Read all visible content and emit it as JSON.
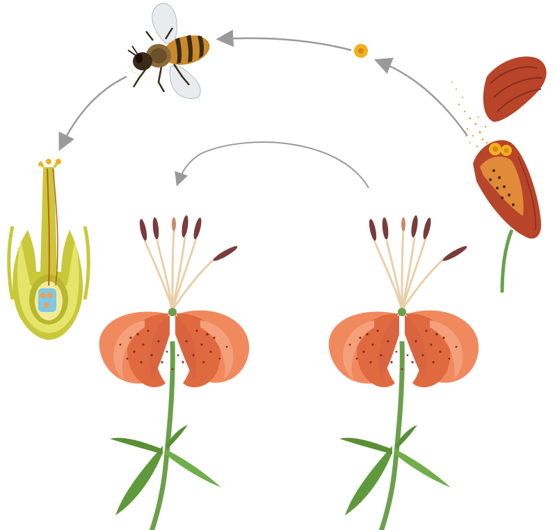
{
  "diagram": {
    "type": "pollination-cycle",
    "labels": [],
    "stages": [
      {
        "id": "anther-release",
        "icon": "open-anther-with-pollen-icon"
      },
      {
        "id": "pollen-grain",
        "icon": "pollen-grain-icon"
      },
      {
        "id": "bee-transport",
        "icon": "bee-icon"
      },
      {
        "id": "pistil-fertilization",
        "icon": "pistil-cross-section-icon"
      },
      {
        "id": "pollinated-flower",
        "icon": "tiger-lily-icon"
      },
      {
        "id": "source-flower",
        "icon": "tiger-lily-icon"
      }
    ],
    "arrows": [
      {
        "from": "anther-release",
        "to": "pollen-grain"
      },
      {
        "from": "pollen-grain",
        "to": "bee-transport"
      },
      {
        "from": "bee-transport",
        "to": "pistil-fertilization"
      },
      {
        "from": "source-flower",
        "to": "pollinated-flower"
      }
    ],
    "colors": {
      "petal": "#f08a5e",
      "petal_dark": "#d96540",
      "spots": "#8a2e1a",
      "stem": "#6aa04a",
      "leaf": "#5e9a3c",
      "filament": "#e8cfa8",
      "anther": "#7a3b3b",
      "arrow": "#9a9a9a",
      "bee_body": "#c98a2a",
      "pistil": "#c9c83a",
      "anther_case": "#b8442a",
      "pollen": "#f0b020"
    }
  }
}
